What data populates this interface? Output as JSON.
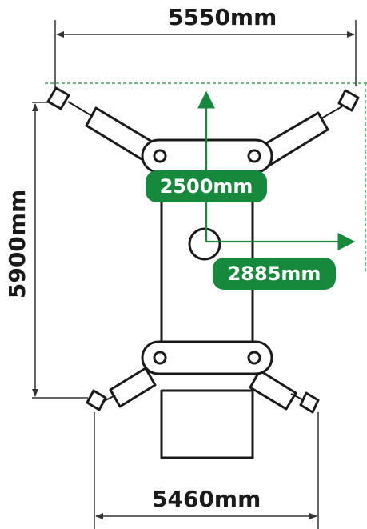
{
  "dimensions": {
    "top_width": "5550mm",
    "bottom_width": "5460mm",
    "height": "5900mm",
    "green_vertical": "2500mm",
    "green_horizontal": "2885mm"
  },
  "colors": {
    "outline": "#1a1a1a",
    "accent_green": "#17893c",
    "dimension_line": "#333333"
  }
}
